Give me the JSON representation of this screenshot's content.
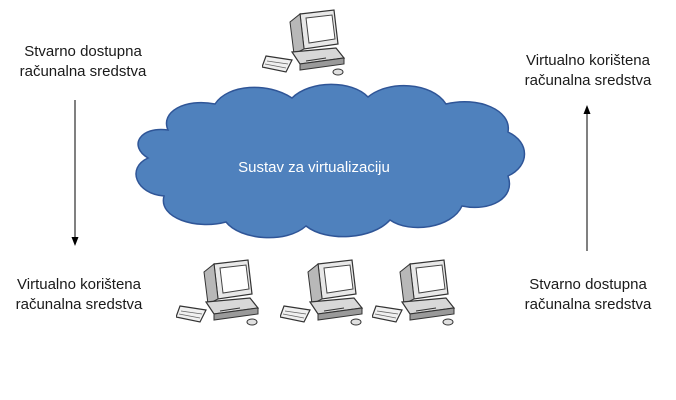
{
  "diagram": {
    "cloud": {
      "label": "Sustav za virtualizaciju",
      "fill_color": "#4f81bd",
      "stroke_color": "#2f5597"
    },
    "left_column": {
      "top_label": {
        "line1": "Stvarno dostupna",
        "line2": "računalna sredstva"
      },
      "bottom_label": {
        "line1": "Virtualno korištena",
        "line2": "računalna sredstva"
      },
      "arrow_direction": "down"
    },
    "right_column": {
      "top_label": {
        "line1": "Virtualno korištena",
        "line2": "računalna sredstva"
      },
      "bottom_label": {
        "line1": "Stvarno dostupna",
        "line2": "računalna sredstva"
      },
      "arrow_direction": "up"
    },
    "icons": {
      "computer_icon": "desktop-computer-icon",
      "top_computers": 1,
      "bottom_computers": 3
    }
  }
}
